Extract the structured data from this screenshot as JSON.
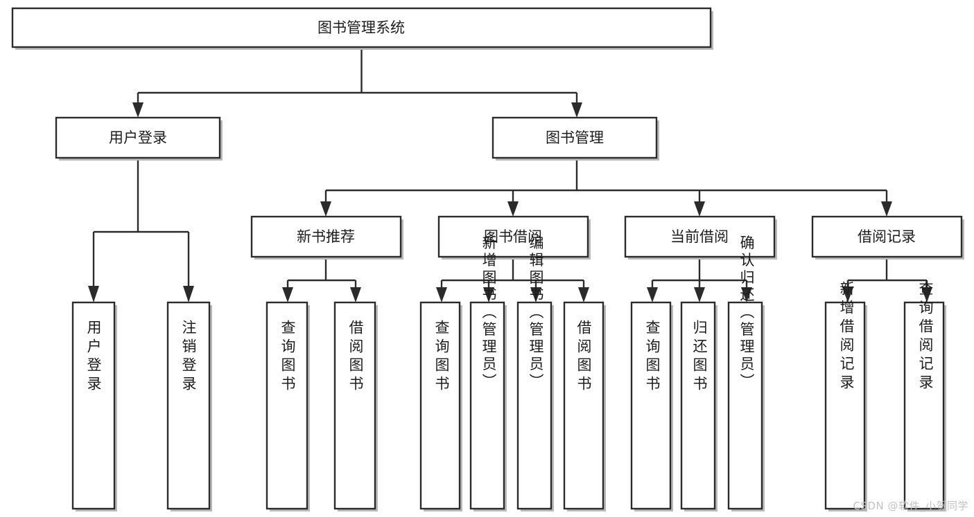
{
  "diagram": {
    "title": "图书管理系统",
    "type": "tree-hierarchy",
    "watermark": "CSDN @软件_小贺同学",
    "colors": {
      "box_fill": "#ffffff",
      "box_stroke": "#2b2b2b",
      "text": "#1c1c1c",
      "shadow": "#b9b9b9",
      "watermark": "#c2c2c2",
      "background": "#ffffff"
    },
    "nodes": {
      "root": {
        "label": "图书管理系统"
      },
      "level2": [
        {
          "id": "user-login",
          "label": "用户登录"
        },
        {
          "id": "book-management",
          "label": "图书管理"
        }
      ],
      "level3": [
        {
          "id": "new-book-recommend",
          "label": "新书推荐"
        },
        {
          "id": "book-borrow",
          "label": "图书借阅"
        },
        {
          "id": "current-borrow",
          "label": "当前借阅"
        },
        {
          "id": "borrow-record",
          "label": "借阅记录"
        }
      ],
      "leaves": {
        "user-login": [
          {
            "id": "leaf-user-login",
            "label": "用户登录"
          },
          {
            "id": "leaf-logout-login",
            "label": "注销登录"
          }
        ],
        "new-book-recommend": [
          {
            "id": "leaf-query-book-1",
            "label": "查询图书"
          },
          {
            "id": "leaf-borrow-book-1",
            "label": "借阅图书"
          }
        ],
        "book-borrow": [
          {
            "id": "leaf-query-book-2",
            "label": "查询图书"
          },
          {
            "id": "leaf-add-book-admin",
            "label": "新增图书（管理员）"
          },
          {
            "id": "leaf-edit-book-admin",
            "label": "编辑图书（管理员）"
          },
          {
            "id": "leaf-borrow-book-2",
            "label": "借阅图书"
          }
        ],
        "current-borrow": [
          {
            "id": "leaf-query-book-3",
            "label": "查询图书"
          },
          {
            "id": "leaf-return-book",
            "label": "归还图书"
          },
          {
            "id": "leaf-confirm-return-admin",
            "label": "确认归还（管理员）"
          }
        ],
        "borrow-record": [
          {
            "id": "leaf-add-borrow-record",
            "label": "新增借阅记录"
          },
          {
            "id": "leaf-query-borrow-record",
            "label": "查询借阅记录"
          }
        ]
      }
    }
  }
}
